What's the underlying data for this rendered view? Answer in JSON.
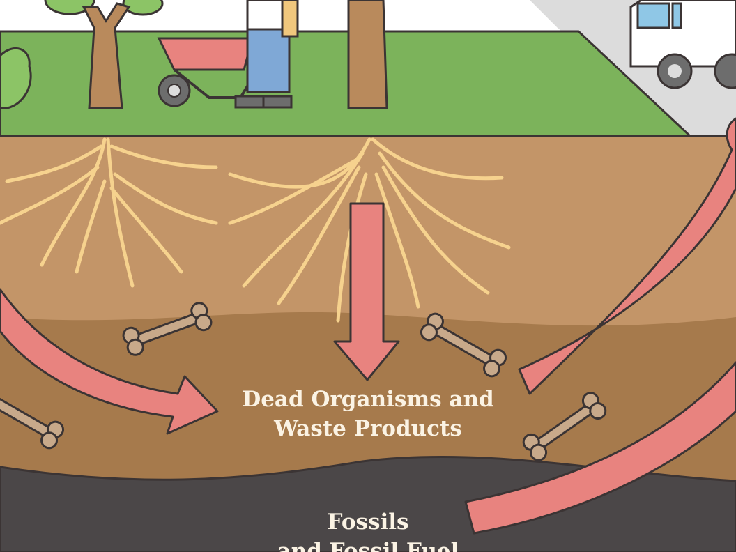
{
  "labels": {
    "dead_organisms_line1": "Dead Organisms and",
    "dead_organisms_line2": "Waste Products",
    "fossils_line1": "Fossils",
    "fossils_line2": "and Fossil Fuel"
  },
  "colors": {
    "sky": "#ffffff",
    "grass": "#7cb35b",
    "road": "#d9d9d9",
    "topsoil": "#c39568",
    "subsoil": "#a67a4c",
    "bedrock": "#4b4748",
    "arrow": "#e8837f",
    "outline": "#3b3434",
    "roots": "#f6d28e",
    "bone": "#c8a98a",
    "trunk": "#b98a5c"
  },
  "icons": [
    "tree-icon",
    "bush-icon",
    "wheelbarrow-icon",
    "gardener-icon",
    "truck-icon",
    "root-system-icon",
    "bone-icon",
    "arrow-icon"
  ]
}
